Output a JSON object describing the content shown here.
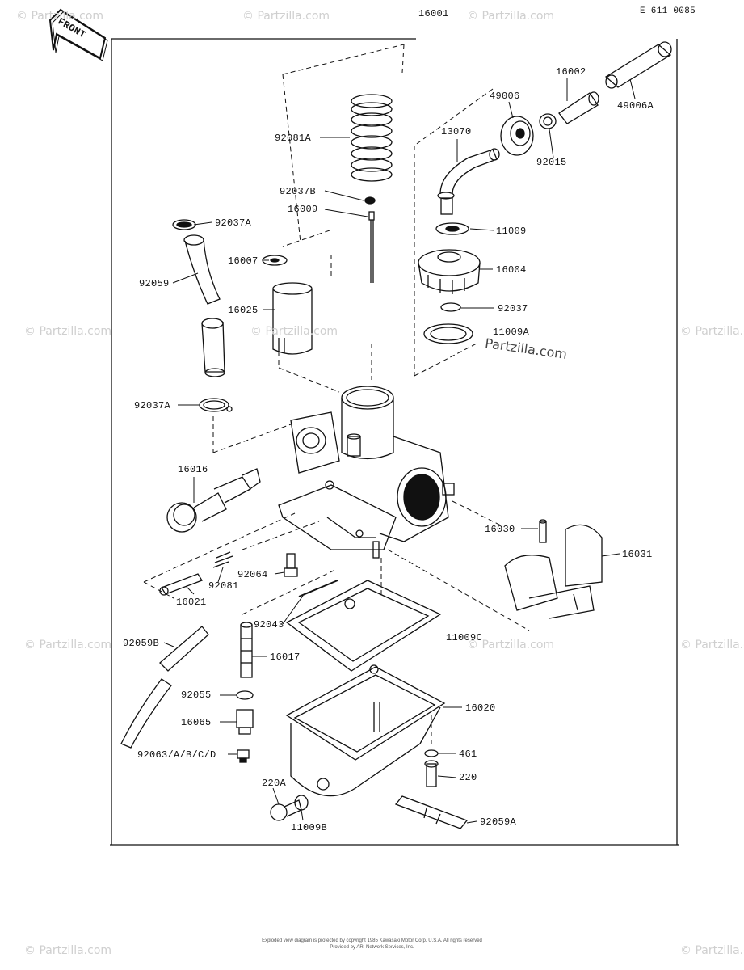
{
  "diagram": {
    "ref_code": "E 611 0085",
    "front_label": "FRONT",
    "parts": [
      {
        "id": "p16001",
        "label": "16001"
      },
      {
        "id": "p92081A",
        "label": "92081A"
      },
      {
        "id": "p92037B",
        "label": "92037B"
      },
      {
        "id": "p16009",
        "label": "16009"
      },
      {
        "id": "p92037A_top",
        "label": "92037A"
      },
      {
        "id": "p16007",
        "label": "16007"
      },
      {
        "id": "p92059",
        "label": "92059"
      },
      {
        "id": "p16025",
        "label": "16025"
      },
      {
        "id": "p92037A_bot",
        "label": "92037A"
      },
      {
        "id": "p16016",
        "label": "16016"
      },
      {
        "id": "p16002",
        "label": "16002"
      },
      {
        "id": "p49006",
        "label": "49006"
      },
      {
        "id": "p49006A",
        "label": "49006A"
      },
      {
        "id": "p13070",
        "label": "13070"
      },
      {
        "id": "p92015",
        "label": "92015"
      },
      {
        "id": "p11009",
        "label": "11009"
      },
      {
        "id": "p16004",
        "label": "16004"
      },
      {
        "id": "p92037",
        "label": "92037"
      },
      {
        "id": "p11009A",
        "label": "11009A"
      },
      {
        "id": "p16030",
        "label": "16030"
      },
      {
        "id": "p16031",
        "label": "16031"
      },
      {
        "id": "p92064",
        "label": "92064"
      },
      {
        "id": "p92081",
        "label": "92081"
      },
      {
        "id": "p16021",
        "label": "16021"
      },
      {
        "id": "p92043",
        "label": "92043"
      },
      {
        "id": "p11009C",
        "label": "11009C"
      },
      {
        "id": "p92059B",
        "label": "92059B"
      },
      {
        "id": "p16017",
        "label": "16017"
      },
      {
        "id": "p92055",
        "label": "92055"
      },
      {
        "id": "p16065",
        "label": "16065"
      },
      {
        "id": "p16020",
        "label": "16020"
      },
      {
        "id": "p92063",
        "label": "92063/A/B/C/D"
      },
      {
        "id": "p461",
        "label": "461"
      },
      {
        "id": "p220",
        "label": "220"
      },
      {
        "id": "p220A",
        "label": "220A"
      },
      {
        "id": "p11009B",
        "label": "11009B"
      },
      {
        "id": "p92059A",
        "label": "92059A"
      }
    ],
    "watermark": "© Partzilla.com",
    "watermark_center": "Partzilla.com",
    "copyright_line1": "Exploded view diagram is protected by copyright 1985 Kawasaki Motor Corp. U.S.A. All rights reserved",
    "copyright_line2": "Provided by ARI Network Services, Inc."
  }
}
